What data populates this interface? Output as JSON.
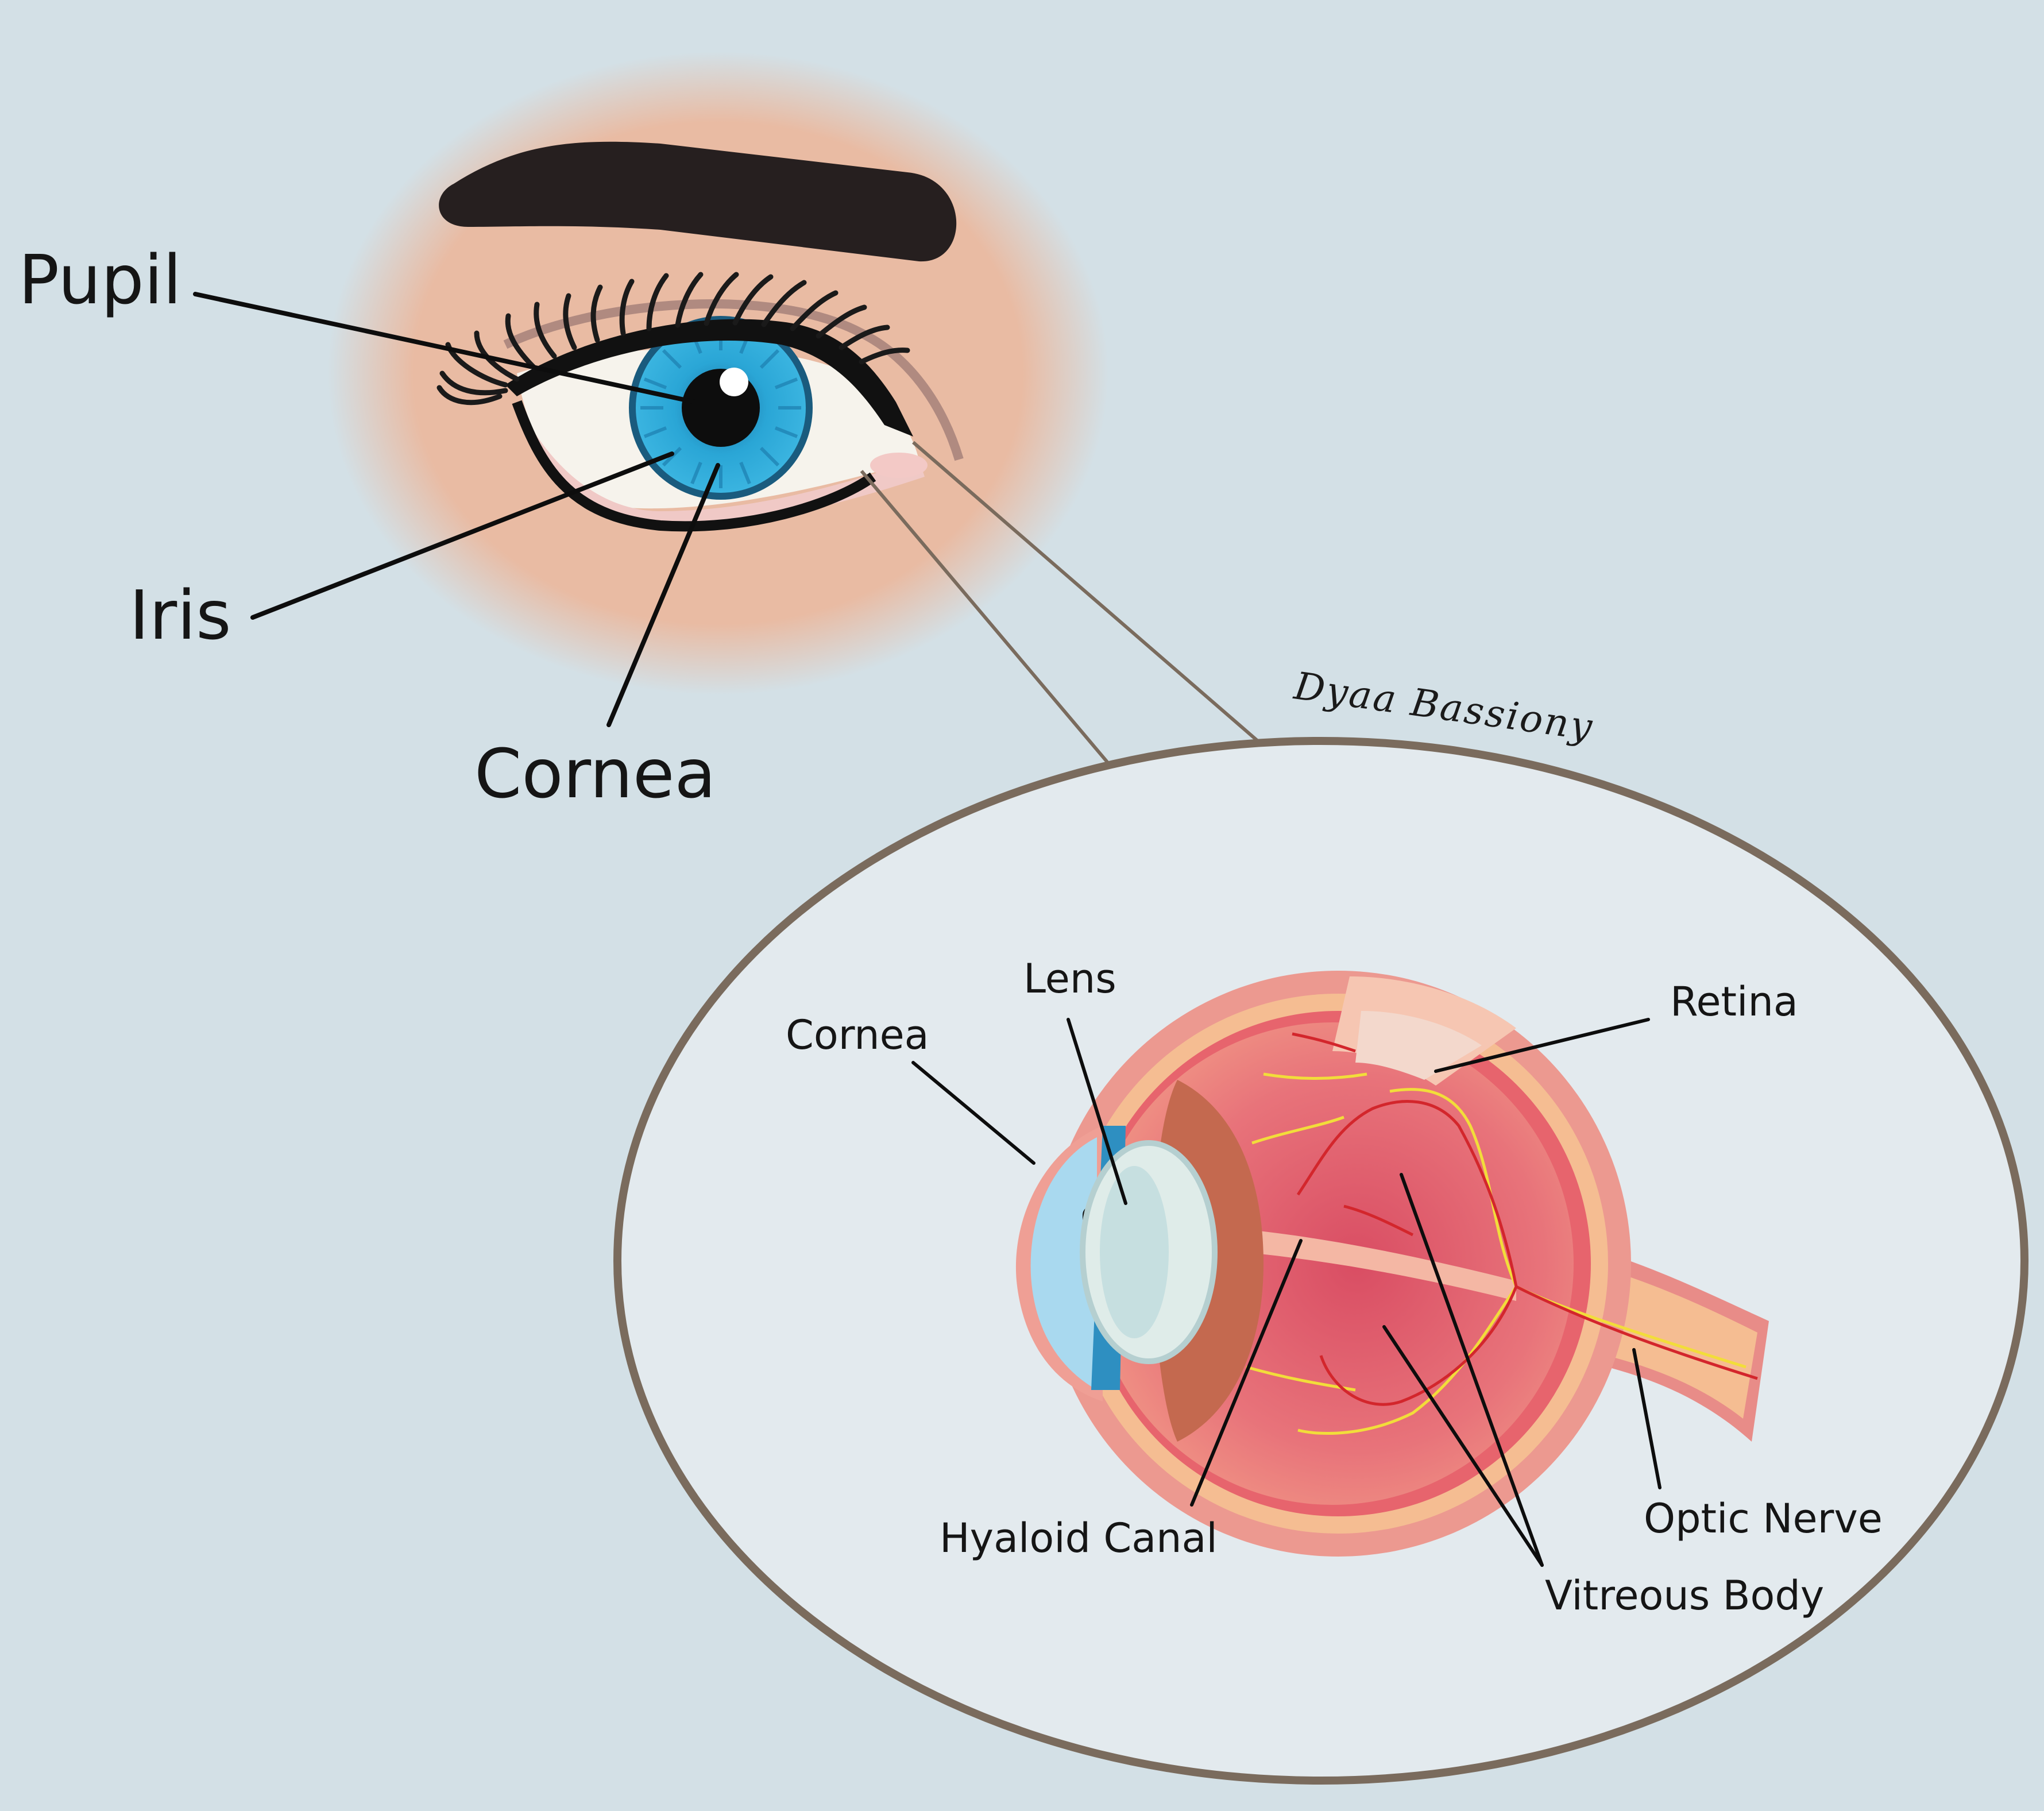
{
  "labels": {
    "pupil": "Pupil",
    "iris": "Iris",
    "cornea_outer": "Cornea",
    "lens": "Lens",
    "cornea_inner": "Cornea",
    "retina": "Retina",
    "hyaloid_canal": "Hyaloid Canal",
    "optic_nerve": "Optic Nerve",
    "vitreous_body": "Vitreous Body"
  },
  "signature": "Dyaa Bassiony",
  "colors": {
    "background": "#d3e0e6",
    "skin": "#e9bba3",
    "iris": "#2aa6d6",
    "zoom_circle_border": "#7a6b5d",
    "zoom_circle_fill": "#e3eaee",
    "eyeball": "#e8737a",
    "retina": "#f5bd92",
    "nerve_vessels": "#f2dd3a",
    "blood_vessels": "#d3262c"
  },
  "icons": {
    "external_eye": "eye-illustration-icon",
    "cross_section": "eye-cross-section-icon"
  }
}
